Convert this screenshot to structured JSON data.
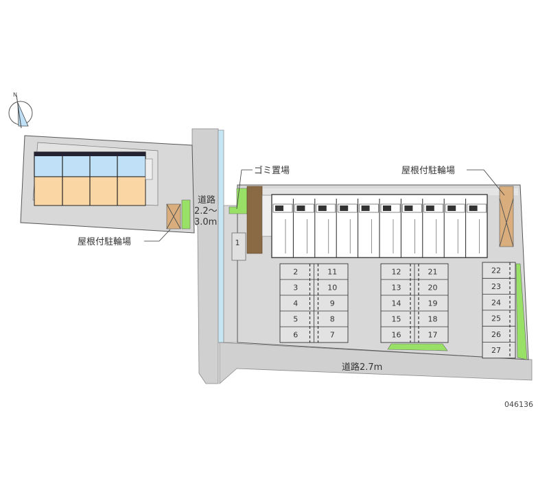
{
  "colors": {
    "ground": "#d8d8d8",
    "road": "#d0d0d0",
    "building": "#ffffff",
    "unit_blue": "#bfe0f6",
    "unit_orange": "#f9d6a3",
    "green": "#99e066",
    "water": "#c6e6f4",
    "bike_shelter": "#d9ae7c",
    "brick": "#8a6a45"
  },
  "compass": {
    "label": "N"
  },
  "labels": {
    "garbage": "ゴミ置場",
    "bike_shelter_right": "屋根付駐輪場",
    "bike_shelter_left": "屋根付駐輪場",
    "road_vertical_line1": "道路",
    "road_vertical_line2": "2.2〜",
    "road_vertical_line3": "3.0m",
    "road_bottom": "道路2.7m",
    "property_code": "046136"
  },
  "parking": {
    "spot_1": "1",
    "block_a_left": [
      "2",
      "3",
      "4",
      "5",
      "6"
    ],
    "block_a_right": [
      "11",
      "10",
      "9",
      "8",
      "7"
    ],
    "block_b_left": [
      "12",
      "13",
      "14",
      "15",
      "16"
    ],
    "block_b_right": [
      "21",
      "20",
      "19",
      "18",
      "17"
    ],
    "block_c": [
      "22",
      "23",
      "24",
      "25",
      "26",
      "27"
    ]
  }
}
